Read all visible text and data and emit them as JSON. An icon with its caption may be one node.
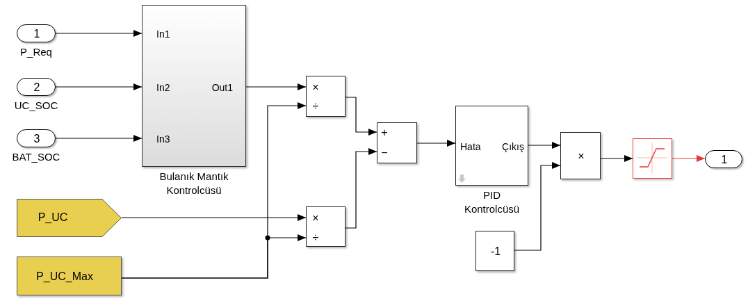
{
  "diagram": {
    "nodes": [
      {
        "text": [
          "1"
        ],
        "beside": [
          "P_Req"
        ]
      },
      {
        "text": [
          "2"
        ],
        "beside": [
          "UC_SOC"
        ]
      },
      {
        "text": [
          "3"
        ],
        "beside": [
          "BAT_SOC"
        ]
      },
      {
        "text": [
          "In1",
          "In2",
          "In3",
          "Out1"
        ],
        "beside": [
          "Bulanık Mantık Kontrolcüsü"
        ]
      },
      {
        "text": [
          "×",
          "÷"
        ]
      },
      {
        "text": [
          "×",
          "÷"
        ]
      },
      {
        "text": [
          "+",
          "−"
        ]
      },
      {
        "text": [
          "Hata",
          "Çıkış"
        ],
        "beside": [
          "PID Kontrolcüsü"
        ]
      },
      {
        "text": [
          "-1"
        ]
      },
      {
        "text": [
          "×"
        ]
      },
      {
        "text": [],
        "shape": "box"
      },
      {
        "text": [
          "1"
        ]
      },
      {
        "text": [
          "P_UC"
        ]
      },
      {
        "text": [
          "P_UC_Max"
        ]
      }
    ],
    "edges": [
      {
        "from": 0,
        "to": 3,
        "arrow": "to"
      },
      {
        "from": 1,
        "to": 3,
        "arrow": "to"
      },
      {
        "from": 2,
        "to": 3,
        "arrow": "to"
      },
      {
        "from": 3,
        "to": 4,
        "arrow": "to"
      },
      {
        "from": 13,
        "to": 4,
        "arrow": "to"
      },
      {
        "from": 13,
        "to": 5,
        "arrow": "to"
      },
      {
        "from": 12,
        "to": 5,
        "arrow": "to"
      },
      {
        "from": 4,
        "to": 6,
        "arrow": "to"
      },
      {
        "from": 5,
        "to": 6,
        "arrow": "to"
      },
      {
        "from": 6,
        "to": 7,
        "arrow": "to"
      },
      {
        "from": 7,
        "to": 9,
        "arrow": "to"
      },
      {
        "from": 8,
        "to": 9,
        "arrow": "to"
      },
      {
        "from": 9,
        "to": 10,
        "arrow": "to"
      },
      {
        "from": 10,
        "to": 11,
        "arrow": "to",
        "color": "#e53935"
      }
    ]
  }
}
